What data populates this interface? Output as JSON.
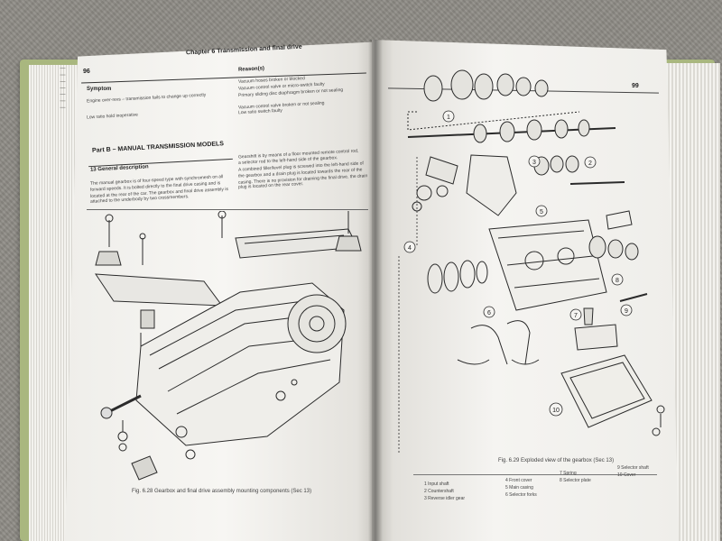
{
  "left_page": {
    "page_number": "96",
    "chapter_title": "Chapter 6  Transmission and final drive",
    "col_symptom": "Symptom",
    "col_reason": "Reason(s)",
    "symptom_1": "Engine over-revs – transmission fails to change up correctly",
    "symptom_2": "Low ratio hold inoperative",
    "reason_1": "Vacuum hoses broken or blocked",
    "reason_2": "Vacuum control valve or micro-switch faulty",
    "reason_3": "Primary sliding disc diaphragm broken or not sealing",
    "reason_4": "Vacuum control valve broken or not sealing",
    "reason_5": "Low ratio switch faulty",
    "part_heading": "Part B – MANUAL TRANSMISSION MODELS",
    "section_heading": "13  General description",
    "desc_line_1": "The manual gearbox is of four-speed type with synchromesh on all",
    "desc_line_2": "forward speeds. It is bolted directly to the final drive casing and is",
    "desc_line_3": "located at the rear of the car. The gearbox and final drive assembly is",
    "desc_line_4": "attached to the underbody by two crossmembers.",
    "right_col_1": "Gearshift is by means of a floor mounted remote control rod,",
    "right_col_2": "a selector rod to the left-hand side of the gearbox.",
    "right_col_3": "A combined filler/level plug is screwed into the left-hand side of",
    "right_col_4": "the gearbox and a drain plug is located towards the rear of the",
    "right_col_5": "casing. There is no provision for draining the final drive, the drain",
    "right_col_6": "plug is located on the rear cover.",
    "fig_caption": "Fig. 6.28 Gearbox and final drive assembly mounting components (Sec 13)"
  },
  "right_page": {
    "page_number": "99",
    "fig_caption": "Fig. 6.29 Exploded view of the gearbox (Sec 13)",
    "legend": [
      "1  Input shaft",
      "2  Countershaft",
      "3  Reverse idler gear",
      "4  Front cover",
      "5  Main casing",
      "6  Selector forks",
      "7  Spring",
      "8  Selector plate",
      "9  Selector shaft",
      "10  Cover"
    ],
    "callouts": [
      "1",
      "2",
      "3",
      "4",
      "5",
      "6",
      "7",
      "8",
      "9",
      "10"
    ]
  },
  "colors": {
    "paper": "#f4f3ef",
    "cover_green": "#a9b77f",
    "background": "#8e8b85",
    "ink": "#222222"
  }
}
